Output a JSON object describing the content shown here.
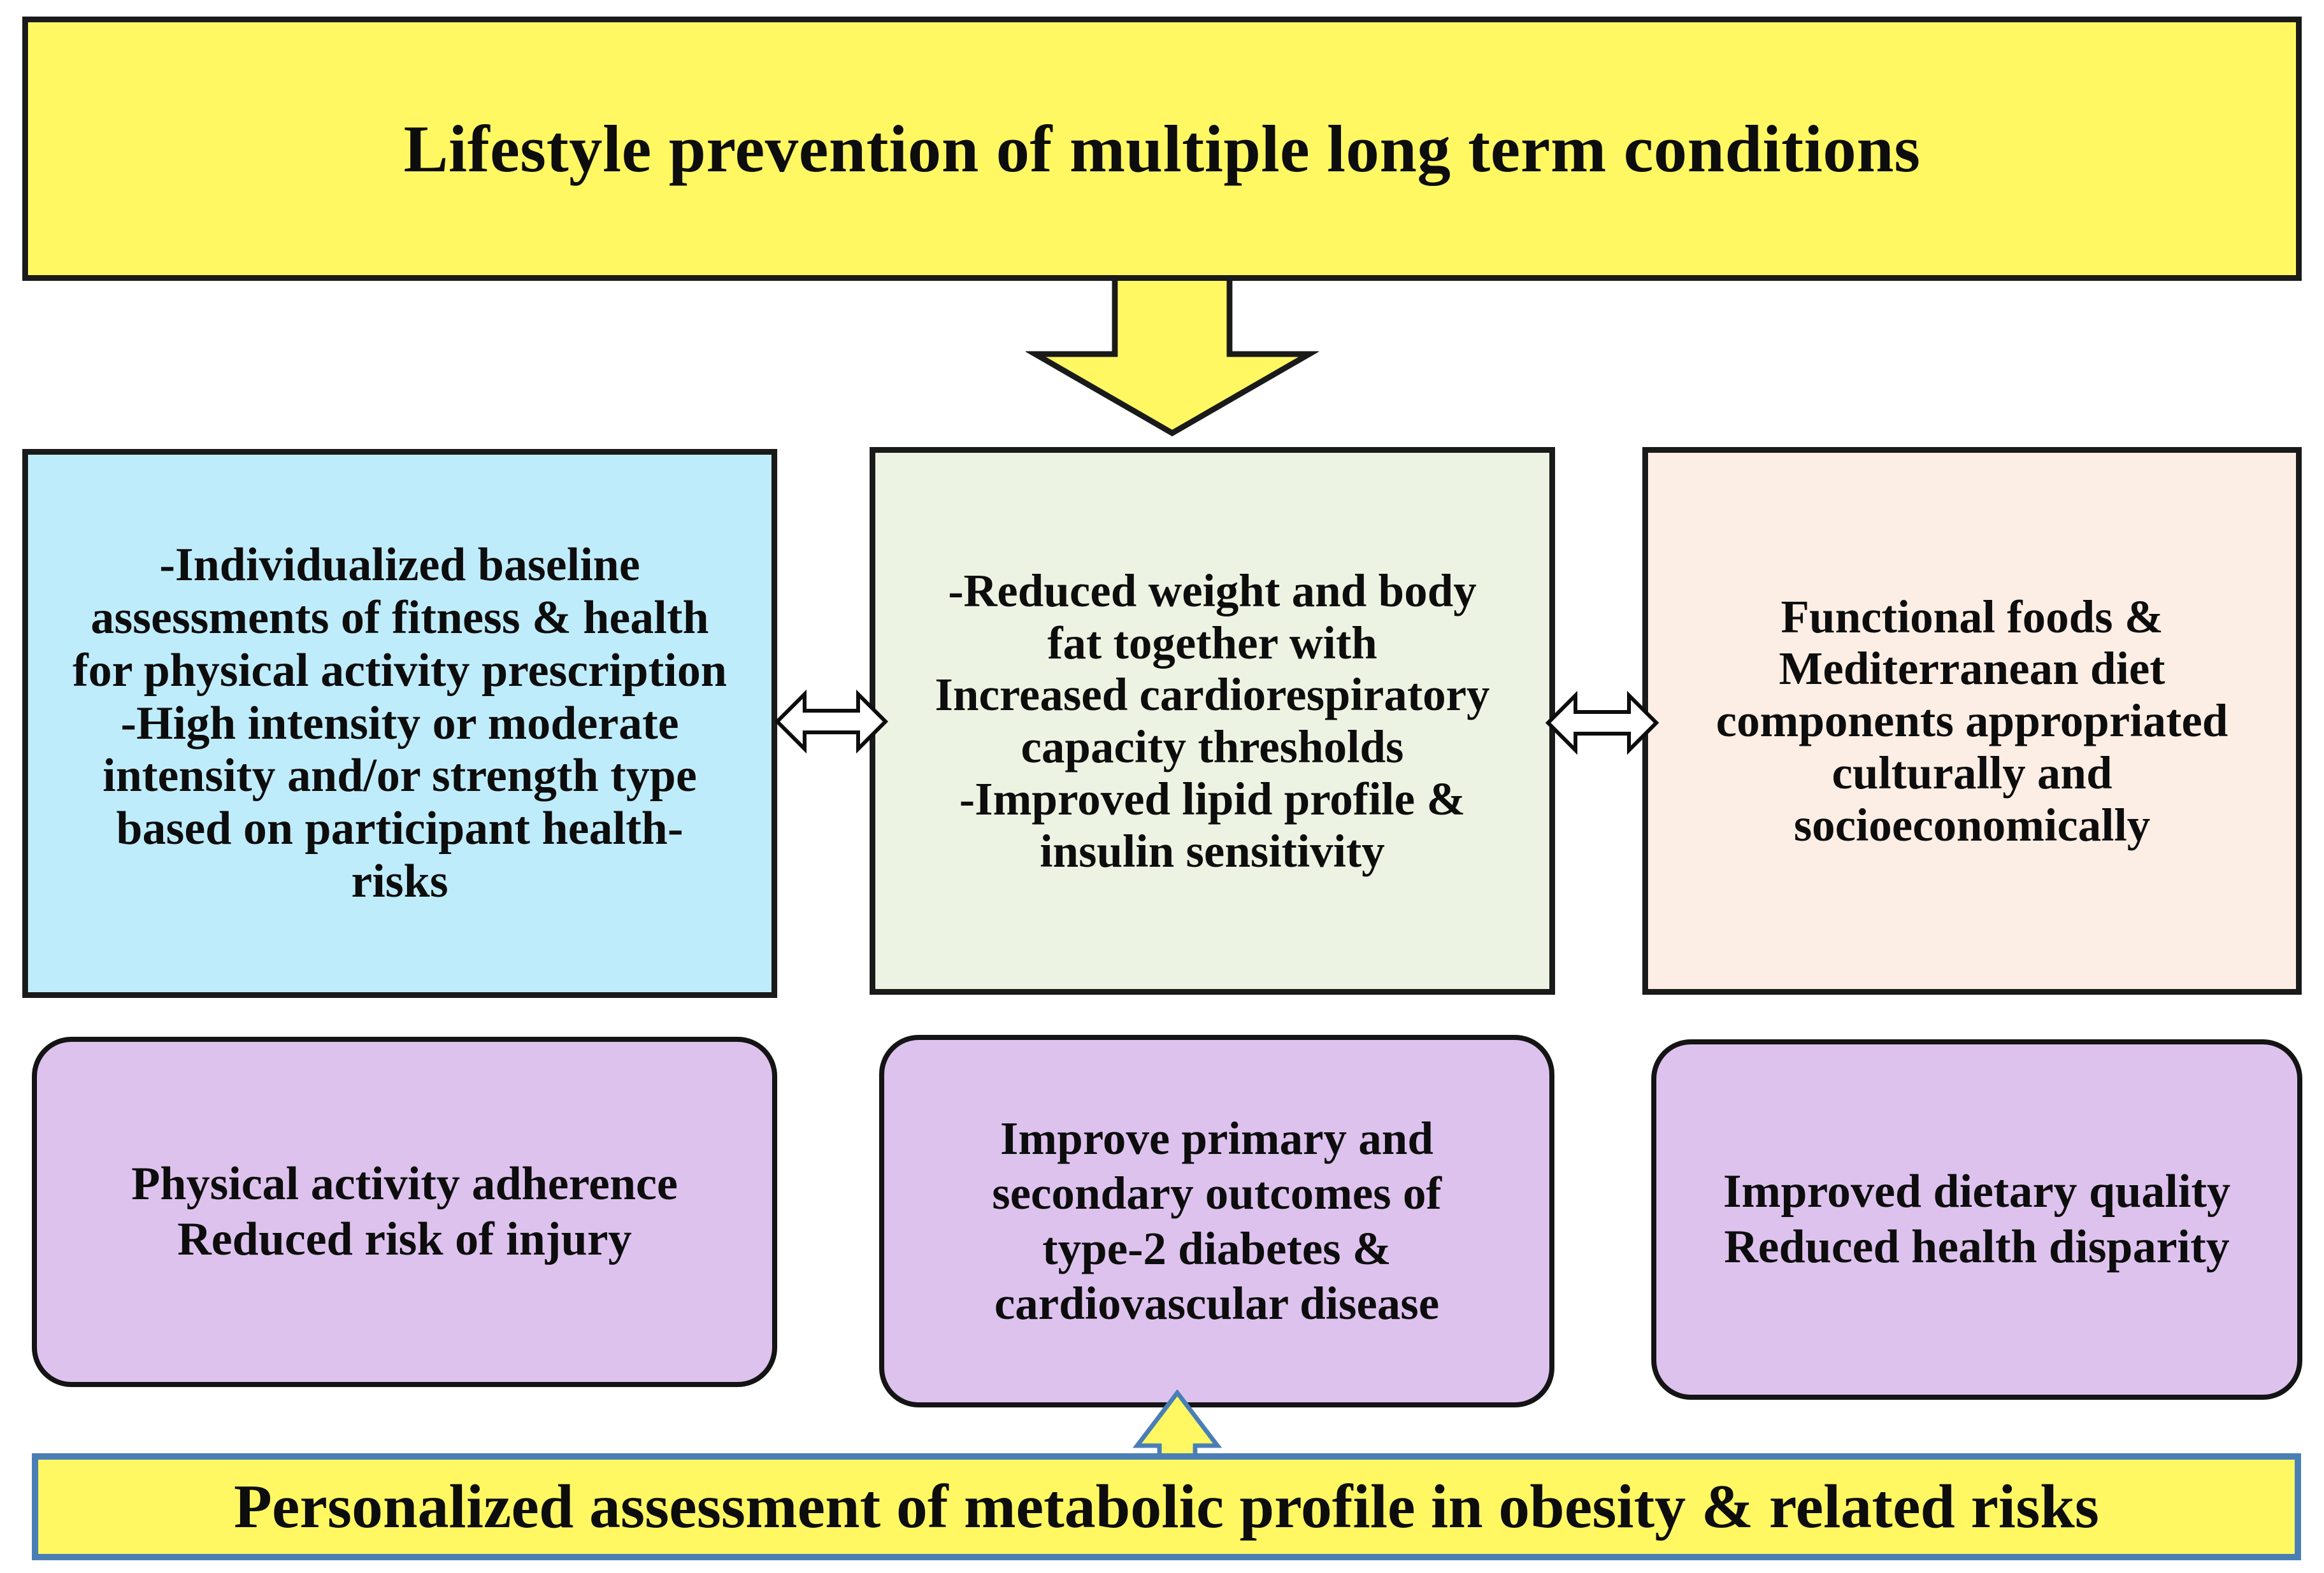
{
  "diagram": {
    "top_banner": {
      "title": "Lifestyle prevention of multiple long term conditions",
      "fill_color": "#FFF863",
      "border_color": "#1a1a1a"
    },
    "down_arrow": {
      "icon": "down-arrow-icon",
      "fill_color": "#FFF863",
      "border_color": "#1a1a1a"
    },
    "middle_row": [
      {
        "id": "exercise-prescription",
        "text": "-Individualized baseline\nassessments  of fitness & health\nfor physical activity prescription\n-High intensity or moderate\nintensity and/or strength type\nbased on participant health-\nrisks",
        "fill_color": "#BFECFB",
        "border_color": "#1a1a1a"
      },
      {
        "id": "physiological-outcomes",
        "text": "-Reduced weight and body\nfat together with\nIncreased cardiorespiratory\ncapacity thresholds\n-Improved lipid profile &\ninsulin sensitivity",
        "fill_color": "#EDF3E2",
        "border_color": "#1a1a1a"
      },
      {
        "id": "nutrition-components",
        "text": "Functional foods &\nMediterranean diet\ncomponents appropriated\nculturally and\nsocioeconomically",
        "fill_color": "#FCEEE4",
        "border_color": "#1a1a1a"
      }
    ],
    "connector_arrows": [
      {
        "id": "left-to-middle",
        "icon": "double-headed-arrow-icon",
        "fill_color": "#ffffff",
        "border_color": "#0d0d0d"
      },
      {
        "id": "middle-to-right",
        "icon": "double-headed-arrow-icon",
        "fill_color": "#ffffff",
        "border_color": "#0d0d0d"
      }
    ],
    "bottom_row": [
      {
        "id": "physical-activity-outcomes",
        "text": "Physical activity adherence\nReduced risk  of injury",
        "fill_color": "#DDC2EE",
        "border_color": "#141414"
      },
      {
        "id": "clinical-outcomes",
        "text": "Improve primary and\nsecondary outcomes of\ntype-2 diabetes &\ncardiovascular disease",
        "fill_color": "#DDC2EE",
        "border_color": "#141414"
      },
      {
        "id": "dietary-outcomes",
        "text": "Improved dietary quality\nReduced health disparity",
        "fill_color": "#DDC2EE",
        "border_color": "#141414"
      }
    ],
    "up_arrow": {
      "icon": "up-arrow-icon",
      "fill_color": "#FFF863",
      "border_color": "#4A7FB5"
    },
    "bottom_banner": {
      "title": "Personalized assessment of metabolic profile in obesity & related risks",
      "fill_color": "#FFF863",
      "border_color": "#4A7FB5"
    }
  }
}
